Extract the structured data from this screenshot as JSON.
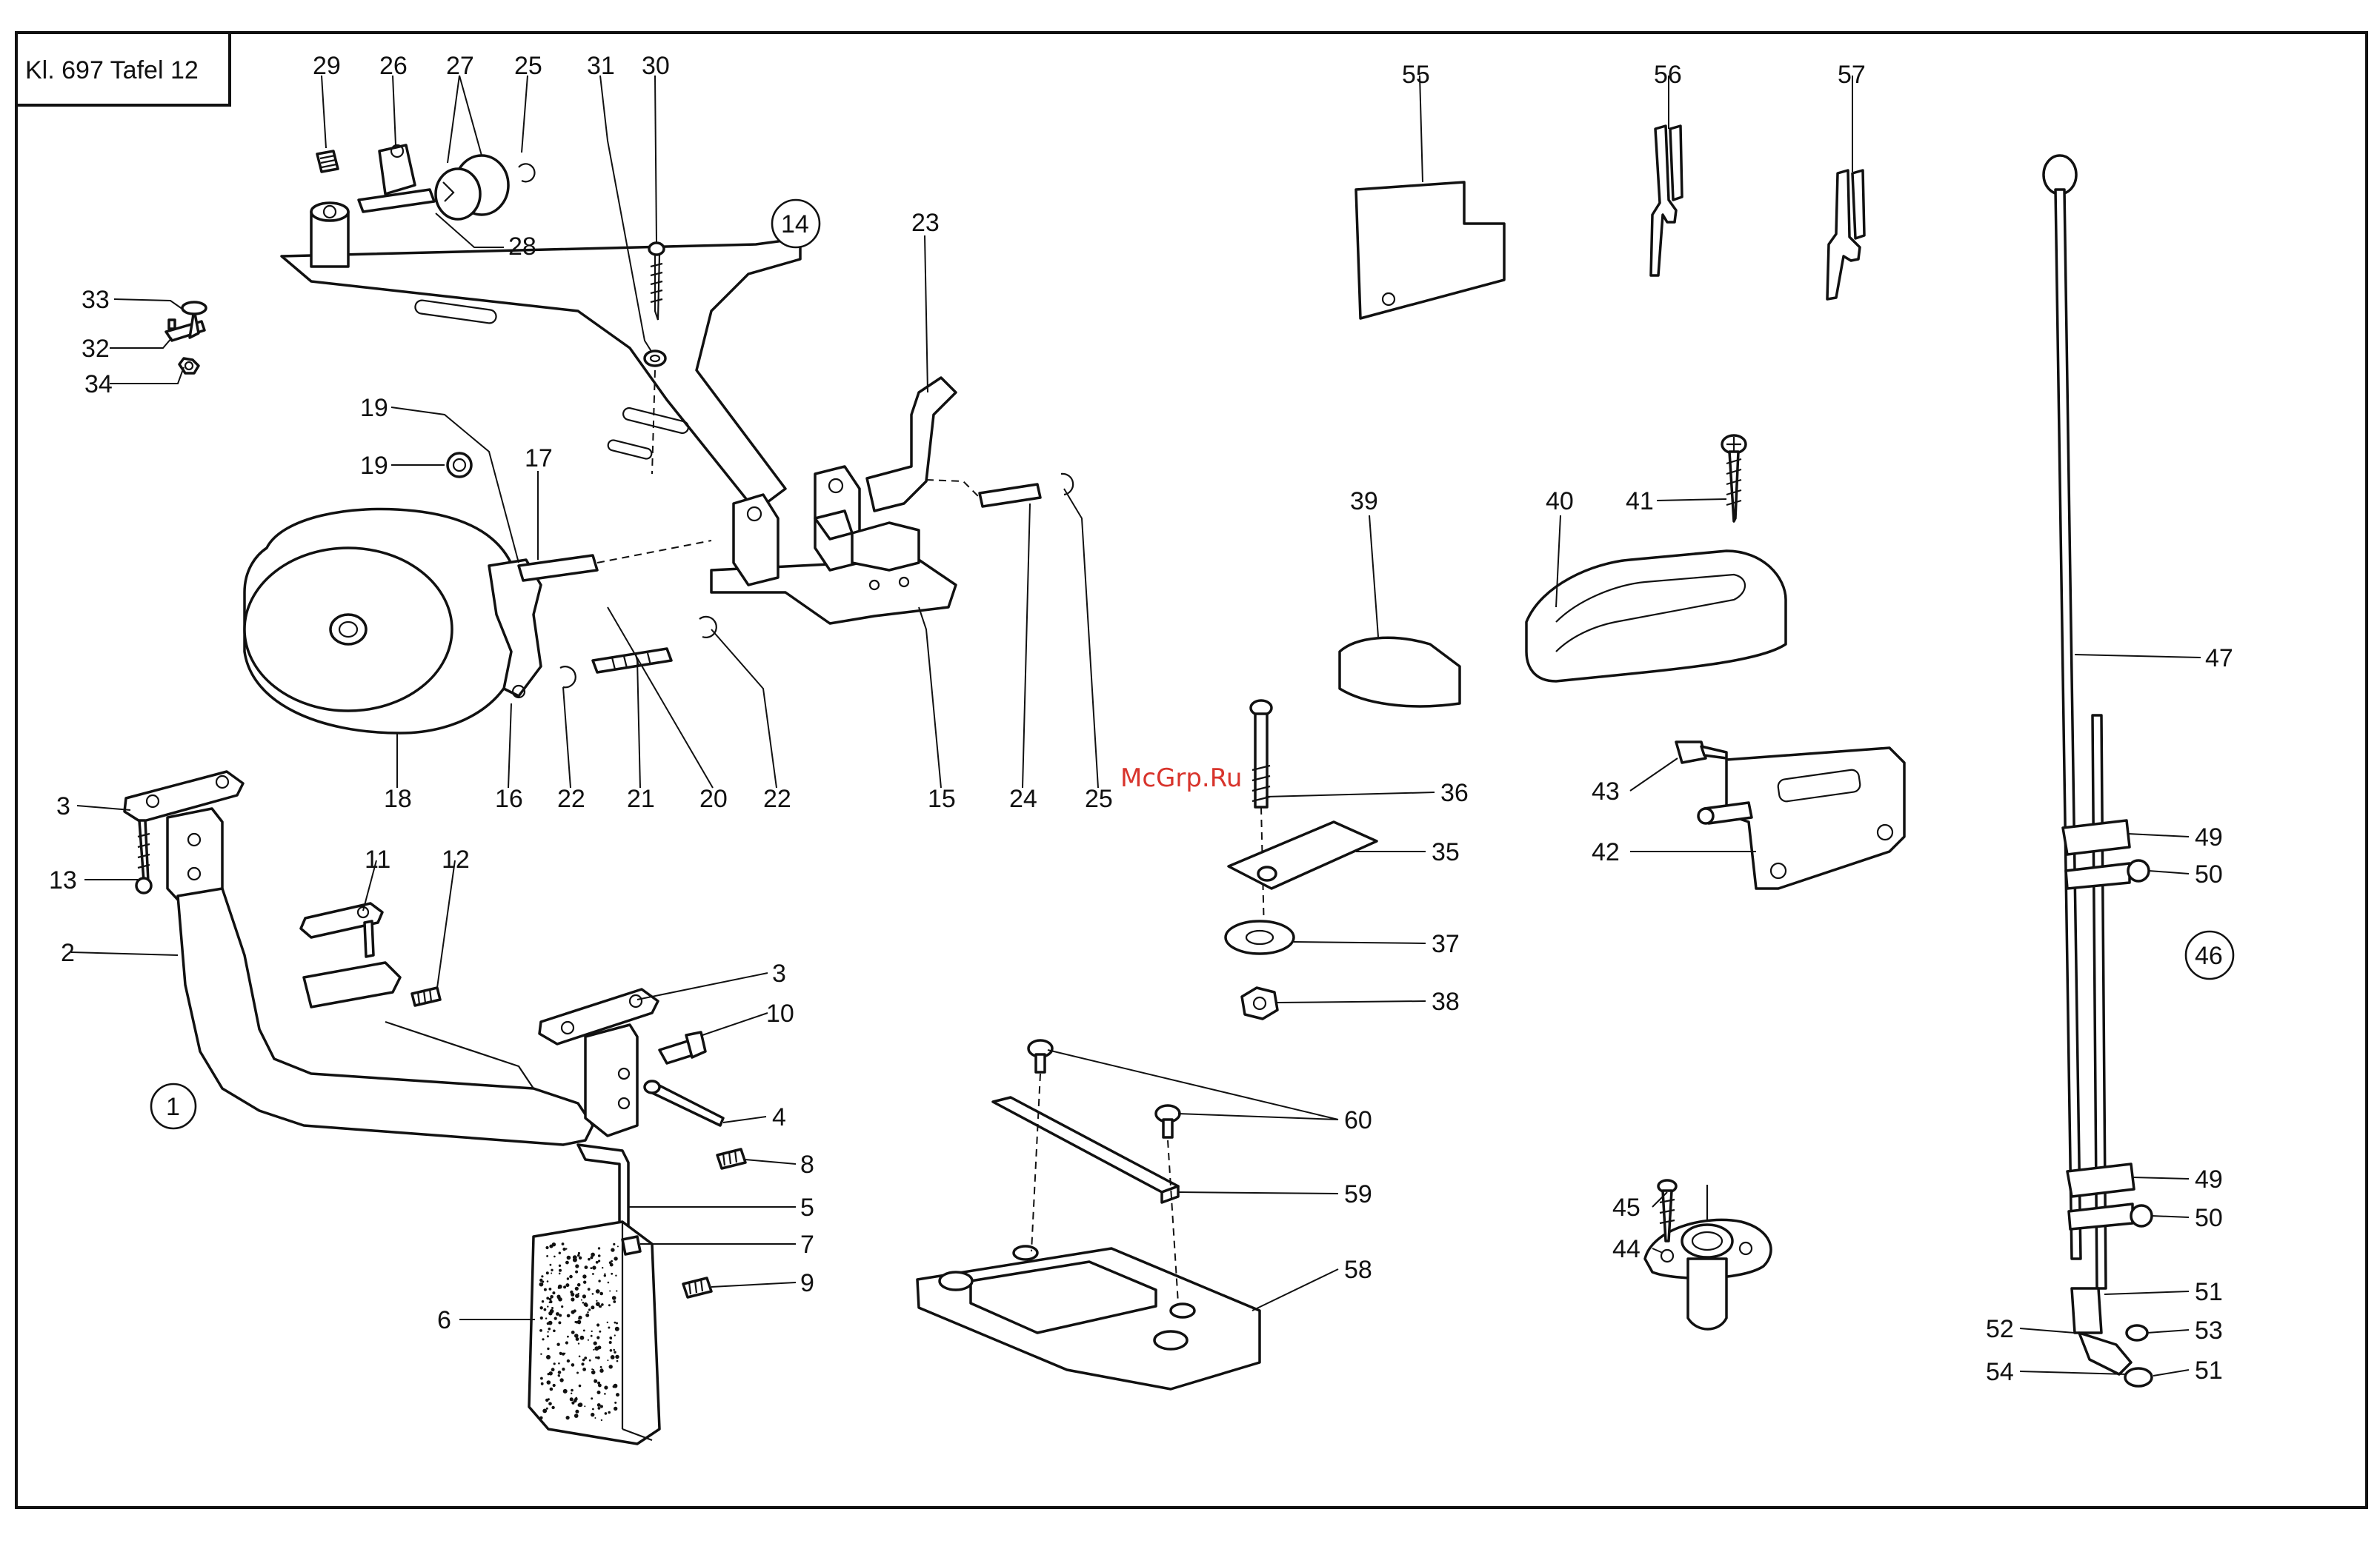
{
  "title": "Kl. 697 Tafel 12",
  "watermark": "McGrp.Ru",
  "group_numbers": [
    "1",
    "14",
    "46"
  ],
  "part_labels": [
    "1",
    "2",
    "3",
    "4",
    "5",
    "6",
    "7",
    "8",
    "9",
    "10",
    "11",
    "12",
    "13",
    "15",
    "16",
    "17",
    "18",
    "19",
    "20",
    "21",
    "22",
    "23",
    "24",
    "25",
    "26",
    "27",
    "28",
    "29",
    "30",
    "31",
    "32",
    "33",
    "34",
    "35",
    "36",
    "37",
    "38",
    "39",
    "40",
    "41",
    "42",
    "43",
    "44",
    "45",
    "47",
    "49",
    "50",
    "51",
    "52",
    "53",
    "54",
    "55",
    "56",
    "57",
    "58",
    "59",
    "60"
  ],
  "labels": {
    "l29": "29",
    "l26": "26",
    "l27": "27",
    "l25a": "25",
    "l31": "31",
    "l30": "30",
    "l28": "28",
    "l33": "33",
    "l32": "32",
    "l34": "34",
    "l23": "23",
    "l19a": "19",
    "l19b": "19",
    "l17": "17",
    "l18": "18",
    "l16": "16",
    "l22a": "22",
    "l21": "21",
    "l20": "20",
    "l22b": "22",
    "l15": "15",
    "l24": "24",
    "l25b": "25",
    "l3a": "3",
    "l13": "13",
    "l11": "11",
    "l12": "12",
    "l2": "2",
    "l3b": "3",
    "l10": "10",
    "l4": "4",
    "l8": "8",
    "l5": "5",
    "l7": "7",
    "l9": "9",
    "l6": "6",
    "l55": "55",
    "l56": "56",
    "l57": "57",
    "l39": "39",
    "l40": "40",
    "l41": "41",
    "l36": "36",
    "l35": "35",
    "l37": "37",
    "l38": "38",
    "l43": "43",
    "l42": "42",
    "l60": "60",
    "l59": "59",
    "l58": "58",
    "l45": "45",
    "l44": "44",
    "l47": "47",
    "l49a": "49",
    "l50a": "50",
    "l49b": "49",
    "l50b": "50",
    "l51a": "51",
    "l52": "52",
    "l53": "53",
    "l54": "54",
    "l51b": "51",
    "g1": "1",
    "g14": "14",
    "g46": "46"
  }
}
